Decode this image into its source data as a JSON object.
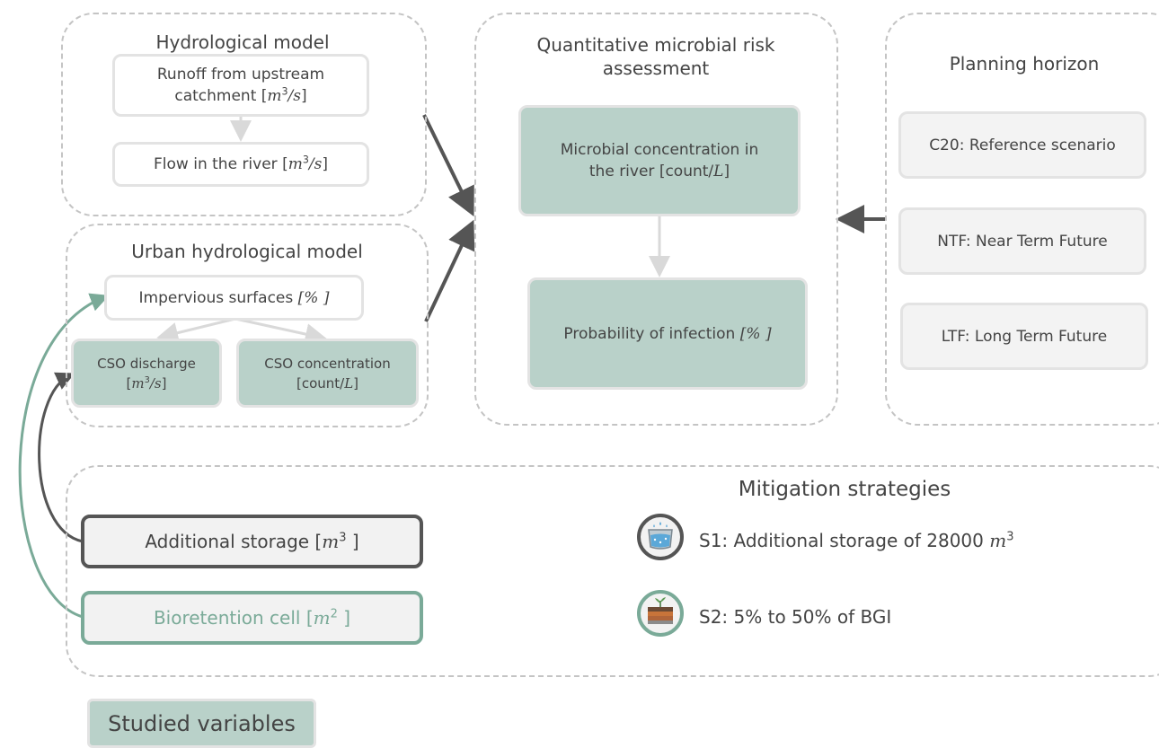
{
  "colors": {
    "teal_fill": "#b9d1c9",
    "teal_stroke": "#7aaa98",
    "dark_stroke": "#555555",
    "dashed_border": "#c4c4c4",
    "light_arrow": "#d9d9d9",
    "text": "#444444"
  },
  "hydrological_model": {
    "title": "Hydrological model",
    "runoff_line1": "Runoff from upstream",
    "runoff_line2": "catchment [",
    "runoff_unit_base": "m",
    "runoff_unit_exp": "3",
    "runoff_unit_rest": "/s",
    "runoff_close": "]",
    "flow_label": "Flow in the river [",
    "flow_unit_base": "m",
    "flow_unit_exp": "3",
    "flow_unit_rest": "/s",
    "flow_close": "]"
  },
  "urban_model": {
    "title": "Urban hydrological model",
    "impervious_label": "Impervious surfaces ",
    "impervious_unit": "[% ]",
    "cso_discharge_line1": "CSO discharge",
    "cso_discharge_open": "[",
    "cso_discharge_unit_base": "m",
    "cso_discharge_unit_exp": "3",
    "cso_discharge_unit_rest": "/s",
    "cso_discharge_close": "]",
    "cso_concentration_line1": "CSO concentration",
    "cso_concentration_open": "[count/",
    "cso_concentration_unit": "L",
    "cso_concentration_close": "]"
  },
  "qmra": {
    "title_line1": "Quantitative microbial risk",
    "title_line2": "assessment",
    "microbial_line1": "Microbial concentration in",
    "microbial_line2": "the river [count/",
    "microbial_unit": "L",
    "microbial_close": "]",
    "infection_label": "Probability of infection ",
    "infection_unit": "[% ]"
  },
  "planning": {
    "title": "Planning horizon",
    "items": [
      "C20: Reference scenario",
      "NTF: Near Term Future",
      "LTF: Long Term Future"
    ]
  },
  "mitigation": {
    "title": "Mitigation strategies",
    "storage_label": "Additional storage [",
    "storage_unit_base": "m",
    "storage_unit_exp": "3",
    "storage_close": " ]",
    "bioretention_label": "Bioretention cell [",
    "bioretention_unit_base": "m",
    "bioretention_unit_exp": "2",
    "bioretention_close": " ]",
    "s1_label": "S1: Additional storage of 28000 ",
    "s1_unit_base": "m",
    "s1_unit_exp": "3",
    "s2_label": "S2: 5% to 50% of BGI",
    "s1_icon": "water-tank-icon",
    "s2_icon": "bioretention-soil-icon"
  },
  "legend": {
    "studied_variables": "Studied variables"
  }
}
